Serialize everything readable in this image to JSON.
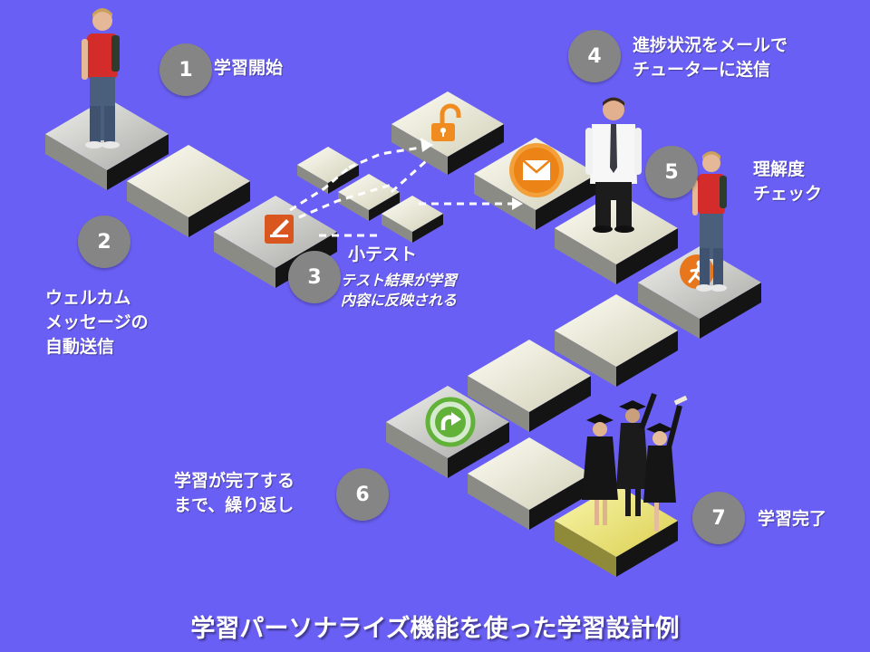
{
  "title": "学習パーソナライズ機能を使った学習設計例",
  "steps": [
    {
      "num": "1",
      "lines": [
        "学習開始"
      ]
    },
    {
      "num": "2",
      "lines": [
        "ウェルカム",
        "メッセージの",
        "自動送信"
      ]
    },
    {
      "num": "3",
      "lines": [
        "小テスト"
      ],
      "note": [
        "テスト結果が学習",
        "内容に反映される"
      ]
    },
    {
      "num": "4",
      "lines": [
        "進捗状況をメールで",
        "チューターに送信"
      ]
    },
    {
      "num": "5",
      "lines": [
        "理解度",
        "チェック"
      ]
    },
    {
      "num": "6",
      "lines": [
        "学習が完了する",
        "まで、繰り返し"
      ]
    },
    {
      "num": "7",
      "lines": [
        "学習完了"
      ]
    }
  ],
  "colors": {
    "background": "#6a5ff4",
    "badge": "#858585",
    "tile_top": "#ededd6",
    "tile_highlight": "#f3ec85",
    "accent_orange": "#e8761c",
    "accent_green": "#62b23a"
  },
  "icons": [
    "pencil-icon",
    "unlock-icon",
    "envelope-icon",
    "person-walk-icon",
    "refresh-icon"
  ]
}
